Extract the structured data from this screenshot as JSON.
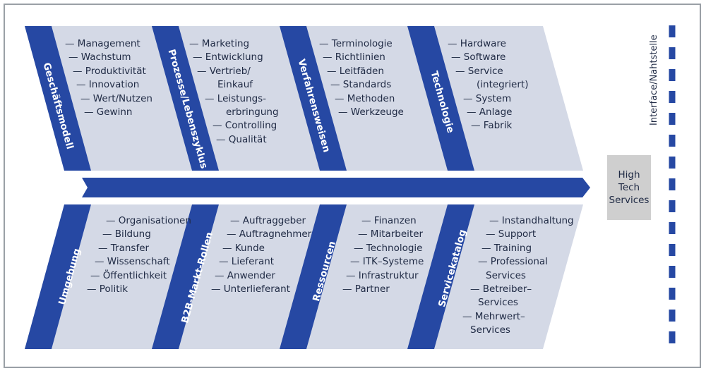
{
  "categories_top": [
    {
      "label": "Geschäftsmodell",
      "items": [
        "— Management",
        "— Wachstum",
        "— Produktivität",
        "— Innovation",
        "— Wert/Nutzen",
        "— Gewinn"
      ]
    },
    {
      "label": "Prozesse/Lebenszyklus",
      "items": [
        "— Marketing",
        "— Entwicklung",
        "— Vertrieb/",
        "Einkauf",
        "— Leistungs-",
        "erbringung",
        "— Controlling",
        "— Qualität"
      ]
    },
    {
      "label": "Verfahrensweisen",
      "items": [
        "— Terminologie",
        "— Richtlinien",
        "— Leitfäden",
        "— Standards",
        "— Methoden",
        "— Werkzeuge"
      ]
    },
    {
      "label": "Technologie",
      "items": [
        "— Hardware",
        "— Software",
        "— Service",
        "(integriert)",
        "— System",
        "— Anlage",
        "— Fabrik"
      ]
    }
  ],
  "categories_bottom": [
    {
      "label": "Umgebung",
      "items": [
        "— Organisationen",
        "— Bildung",
        "— Transfer",
        "— Wissenschaft",
        "— Öffentlichkeit",
        "— Politik"
      ]
    },
    {
      "label": "B2B-Markt-Rollen",
      "items": [
        "— Auftraggeber",
        "— Auftragnehmer",
        "— Kunde",
        "— Lieferant",
        "— Anwender",
        "— Unterlieferant"
      ]
    },
    {
      "label": "Ressourcen",
      "items": [
        "— Finanzen",
        "— Mitarbeiter",
        "— Technologie",
        "— ITK–Systeme",
        "— Infrastruktur",
        "— Partner"
      ]
    },
    {
      "label": "Servicekatalog",
      "items": [
        "— Instandhaltung",
        "— Support",
        "— Training",
        "— Professional",
        "Services",
        "— Betreiber–",
        "Services",
        "— Mehrwert–",
        "Services"
      ]
    }
  ],
  "result": {
    "line1": "High",
    "line2": "Tech",
    "line3": "Services"
  },
  "interface_label": "Interface/Nahtstelle",
  "colors": {
    "blue": "#2648a3",
    "panel": "#d4d9e6",
    "result_box": "#cfcfcf",
    "text": "#1f2a44",
    "frame": "#9aa0a6"
  }
}
